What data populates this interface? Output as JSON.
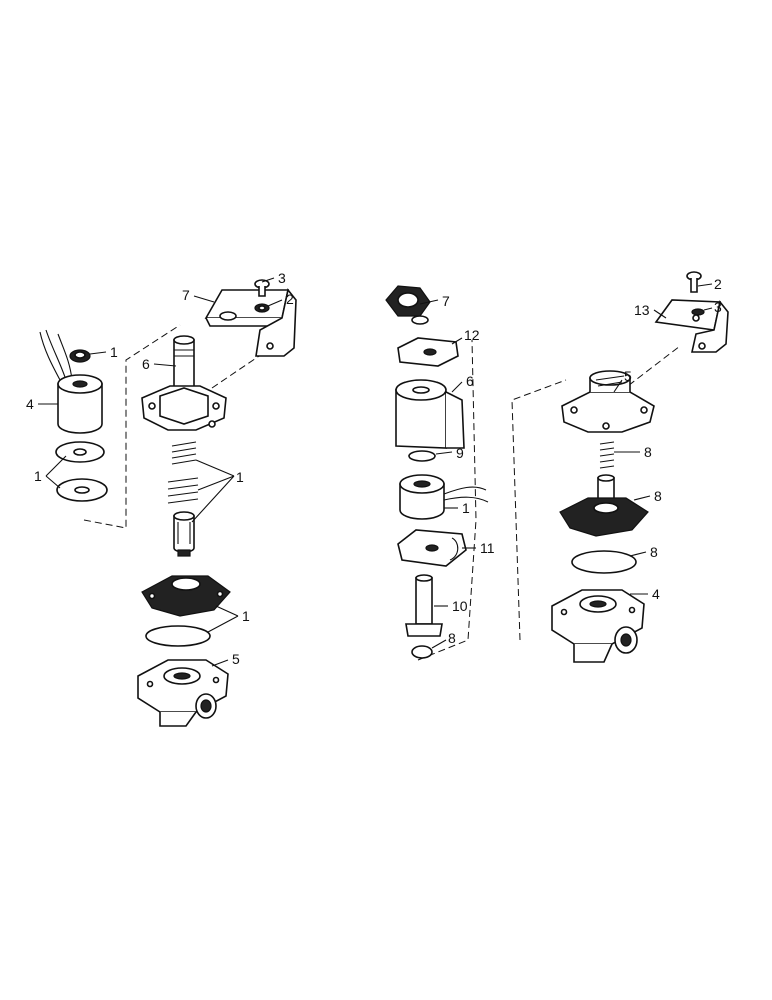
{
  "callouts": {
    "left": {
      "coil_clip": "1",
      "coil": "4",
      "washers": "1",
      "tube": "6",
      "bracket": "7",
      "screw": "3",
      "washer": "2",
      "springs_plunger": "1",
      "diaphragm_oring": "1",
      "body": "5"
    },
    "right": {
      "nut": "7",
      "plate_top": "12",
      "housing": "6",
      "oring_top": "9",
      "coil": "1",
      "plate_bottom": "11",
      "tube": "10",
      "oring_bottom": "8",
      "screw": "2",
      "bracket": "13",
      "washer": "3",
      "bonnet": "5",
      "spring": "8",
      "diaphragm": "8",
      "oring": "8",
      "body": "4"
    }
  }
}
